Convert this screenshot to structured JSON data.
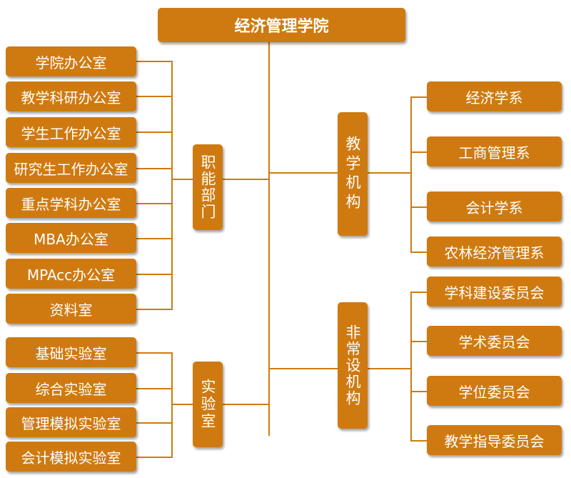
{
  "root": {
    "label": "经济管理学院"
  },
  "functional": {
    "label": "职能部门",
    "items": [
      "学院办公室",
      "教学科研办公室",
      "学生工作办公室",
      "研究生工作办公室",
      "重点学科办公室",
      "MBA办公室",
      "MPAcc办公室",
      "资料室"
    ]
  },
  "labs": {
    "label": "实验室",
    "items": [
      "基础实验室",
      "综合实验室",
      "管理模拟实验室",
      "会计模拟实验室"
    ]
  },
  "teaching": {
    "label": "教学机构",
    "items": [
      "经济学系",
      "工商管理系",
      "会计学系",
      "农林经济管理系"
    ]
  },
  "nonstanding": {
    "label": "非常设机构",
    "items": [
      "学科建设委员会",
      "学术委员会",
      "学位委员会",
      "教学指导委员会"
    ]
  },
  "colors": {
    "box": "#cf7a11",
    "text": "#ffffff"
  }
}
